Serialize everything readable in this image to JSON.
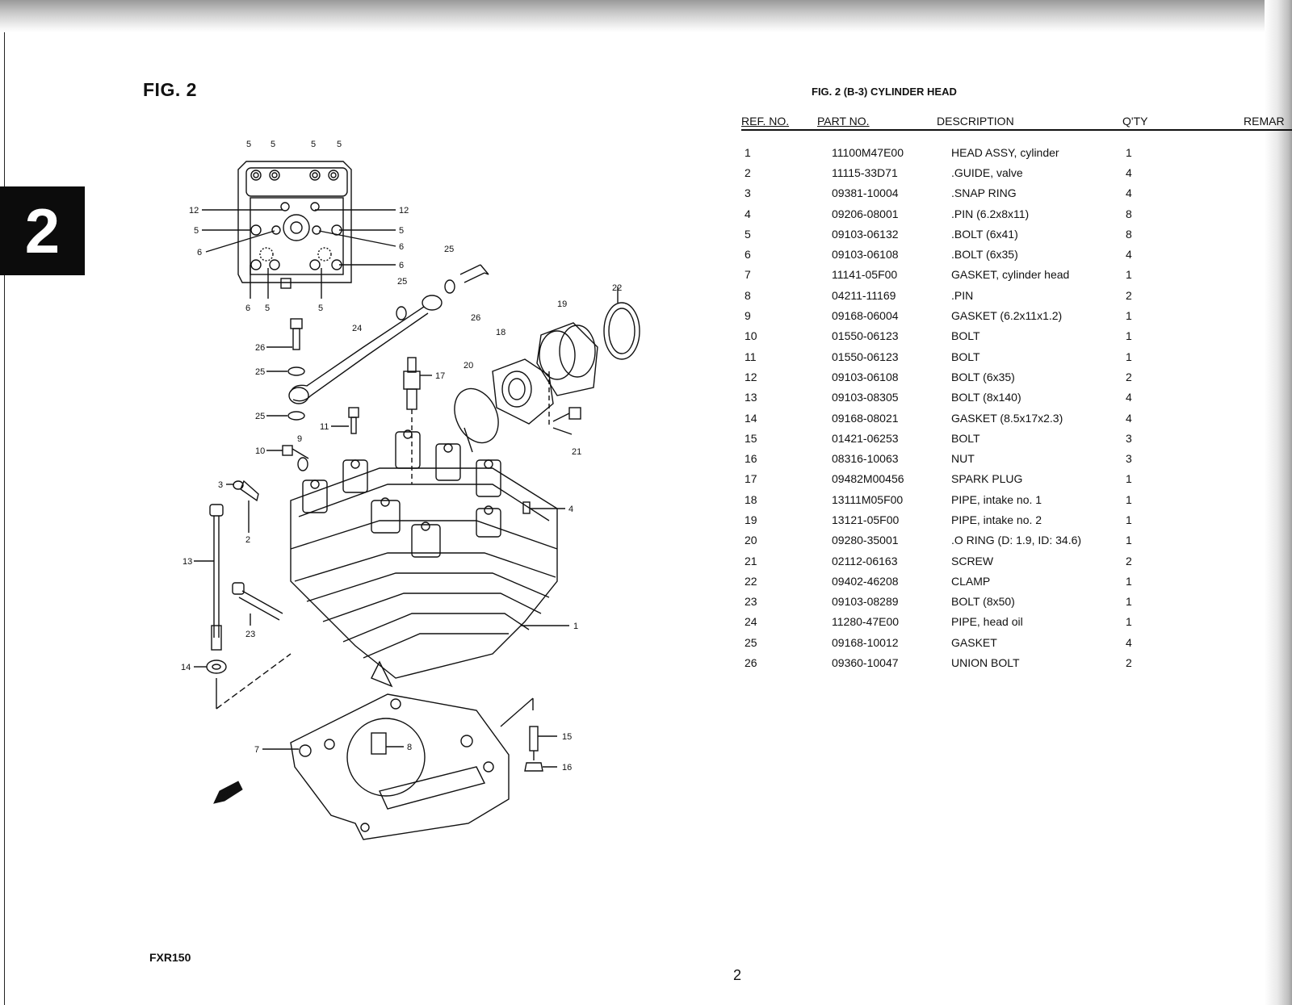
{
  "figure": {
    "label": "FIG. 2",
    "section_tab": "2",
    "fwd_label": "FWD"
  },
  "table": {
    "title": "FIG. 2 (B-3) CYLINDER HEAD",
    "headers": {
      "ref": "REF. NO.",
      "part": "PART NO.",
      "desc": "DESCRIPTION",
      "qty": "Q'TY",
      "remarks": "REMAR"
    },
    "rows": [
      {
        "ref": "1",
        "part": "11100M47E00",
        "desc": "HEAD ASSY, cylinder",
        "qty": "1"
      },
      {
        "ref": "2",
        "part": "11115-33D71",
        "desc": ".GUIDE, valve",
        "qty": "4"
      },
      {
        "ref": "3",
        "part": "09381-10004",
        "desc": ".SNAP RING",
        "qty": "4"
      },
      {
        "ref": "4",
        "part": "09206-08001",
        "desc": ".PIN (6.2x8x11)",
        "qty": "8"
      },
      {
        "ref": "5",
        "part": "09103-06132",
        "desc": ".BOLT (6x41)",
        "qty": "8"
      },
      {
        "ref": "6",
        "part": "09103-06108",
        "desc": ".BOLT (6x35)",
        "qty": "4"
      },
      {
        "ref": "7",
        "part": "11141-05F00",
        "desc": "GASKET, cylinder head",
        "qty": "1"
      },
      {
        "ref": "8",
        "part": "04211-11169",
        "desc": ".PIN",
        "qty": "2"
      },
      {
        "ref": "9",
        "part": "09168-06004",
        "desc": "GASKET (6.2x11x1.2)",
        "qty": "1"
      },
      {
        "ref": "10",
        "part": "01550-06123",
        "desc": "BOLT",
        "qty": "1"
      },
      {
        "ref": "11",
        "part": "01550-06123",
        "desc": "BOLT",
        "qty": "1"
      },
      {
        "ref": "12",
        "part": "09103-06108",
        "desc": "BOLT  (6x35)",
        "qty": "2"
      },
      {
        "ref": "13",
        "part": "09103-08305",
        "desc": "BOLT  (8x140)",
        "qty": "4"
      },
      {
        "ref": "14",
        "part": "09168-08021",
        "desc": "GASKET (8.5x17x2.3)",
        "qty": "4"
      },
      {
        "ref": "15",
        "part": "01421-06253",
        "desc": "BOLT",
        "qty": "3"
      },
      {
        "ref": "16",
        "part": "08316-10063",
        "desc": "NUT",
        "qty": "3"
      },
      {
        "ref": "17",
        "part": "09482M00456",
        "desc": "SPARK PLUG",
        "qty": "1"
      },
      {
        "ref": "18",
        "part": "13111M05F00",
        "desc": "PIPE, intake no. 1",
        "qty": "1"
      },
      {
        "ref": "19",
        "part": "13121-05F00",
        "desc": "PIPE, intake no. 2",
        "qty": "1"
      },
      {
        "ref": "20",
        "part": "09280-35001",
        "desc": ".O RING  (D: 1.9, ID: 34.6)",
        "qty": "1"
      },
      {
        "ref": "21",
        "part": "02112-06163",
        "desc": "SCREW",
        "qty": "2"
      },
      {
        "ref": "22",
        "part": "09402-46208",
        "desc": "CLAMP",
        "qty": "1"
      },
      {
        "ref": "23",
        "part": "09103-08289",
        "desc": "BOLT (8x50)",
        "qty": "1"
      },
      {
        "ref": "24",
        "part": "11280-47E00",
        "desc": "PIPE, head oil",
        "qty": "1"
      },
      {
        "ref": "25",
        "part": "09168-10012",
        "desc": "GASKET",
        "qty": "4"
      },
      {
        "ref": "26",
        "part": "09360-10047",
        "desc": "UNION BOLT",
        "qty": "2"
      }
    ]
  },
  "footer": {
    "model": "FXR150",
    "page_number": "2"
  },
  "callouts": [
    "5",
    "5",
    "5",
    "5",
    "12",
    "12",
    "5",
    "5",
    "6",
    "6",
    "6",
    "6",
    "5",
    "5",
    "25",
    "25",
    "26",
    "26",
    "24",
    "25",
    "25",
    "22",
    "19",
    "18",
    "17",
    "20",
    "11",
    "10",
    "9",
    "3",
    "2",
    "4",
    "13",
    "23",
    "1",
    "21",
    "14",
    "7",
    "8",
    "15",
    "16"
  ]
}
